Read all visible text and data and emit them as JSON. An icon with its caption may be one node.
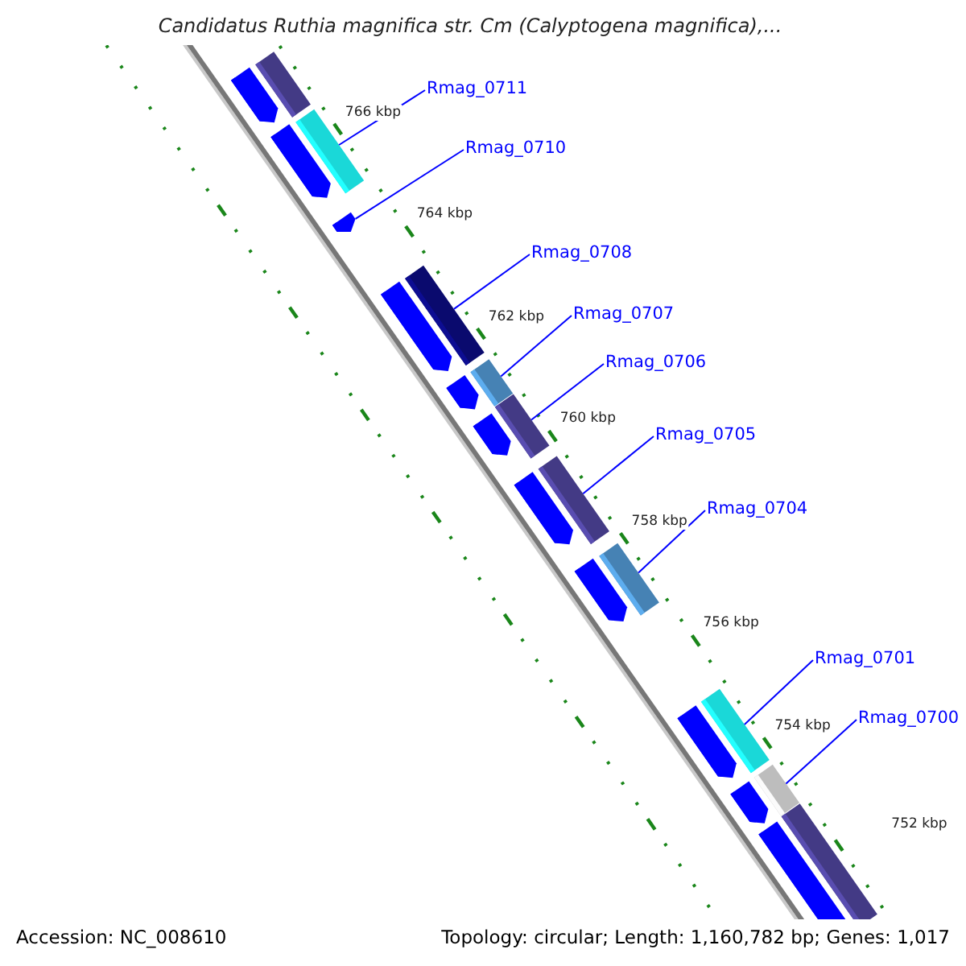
{
  "diagram": {
    "title": "Candidatus Ruthia magnifica str. Cm (Calyptogena magnifica),...",
    "nodes": [
      {
        "text": [
          "Rmag_0711"
        ]
      },
      {
        "text": [
          "Rmag_0710"
        ]
      },
      {
        "text": [
          "Rmag_0708"
        ]
      },
      {
        "text": [
          "Rmag_0707"
        ]
      },
      {
        "text": [
          "Rmag_0706"
        ]
      },
      {
        "text": [
          "Rmag_0705"
        ]
      },
      {
        "text": [
          "Rmag_0704"
        ]
      },
      {
        "text": [
          "Rmag_0701"
        ]
      },
      {
        "text": [
          "Rmag_0700"
        ]
      },
      {
        "text": [],
        "shape": "arrow"
      },
      {
        "text": [],
        "shape": "bar"
      },
      {
        "text": [],
        "shape": "arrow"
      },
      {
        "text": [],
        "shape": "bar"
      },
      {
        "text": [],
        "shape": "arrow"
      },
      {
        "text": [],
        "shape": "arrow"
      },
      {
        "text": [],
        "shape": "bar"
      },
      {
        "text": [],
        "shape": "arrow"
      },
      {
        "text": [],
        "shape": "bar"
      },
      {
        "text": [],
        "shape": "arrow"
      },
      {
        "text": [],
        "shape": "bar"
      },
      {
        "text": [],
        "shape": "arrow"
      },
      {
        "text": [],
        "shape": "bar"
      },
      {
        "text": [],
        "shape": "arrow"
      },
      {
        "text": [],
        "shape": "bar"
      },
      {
        "text": [],
        "shape": "arrow"
      },
      {
        "text": [],
        "shape": "bar"
      },
      {
        "text": [],
        "shape": "arrow"
      },
      {
        "text": [],
        "shape": "bar"
      },
      {
        "text": [],
        "shape": "bar"
      },
      {
        "text": [],
        "shape": "arrow"
      }
    ],
    "edges": [
      {
        "from": 0,
        "to": 12,
        "arrow": "none"
      },
      {
        "from": 1,
        "to": 13,
        "arrow": "none"
      },
      {
        "from": 2,
        "to": 15,
        "arrow": "none"
      },
      {
        "from": 3,
        "to": 17,
        "arrow": "none"
      },
      {
        "from": 4,
        "to": 19,
        "arrow": "none"
      },
      {
        "from": 5,
        "to": 21,
        "arrow": "none"
      },
      {
        "from": 6,
        "to": 23,
        "arrow": "none"
      },
      {
        "from": 7,
        "to": 25,
        "arrow": "none"
      },
      {
        "from": 8,
        "to": 27,
        "arrow": "none"
      }
    ],
    "labels": [
      "766 kbp",
      "764 kbp",
      "762 kbp",
      "760 kbp",
      "758 kbp",
      "756 kbp",
      "754 kbp",
      "752 kbp",
      "Accession: NC_008610",
      "Topology: circular; Length: 1,160,782 bp; Genes: 1,017"
    ]
  }
}
